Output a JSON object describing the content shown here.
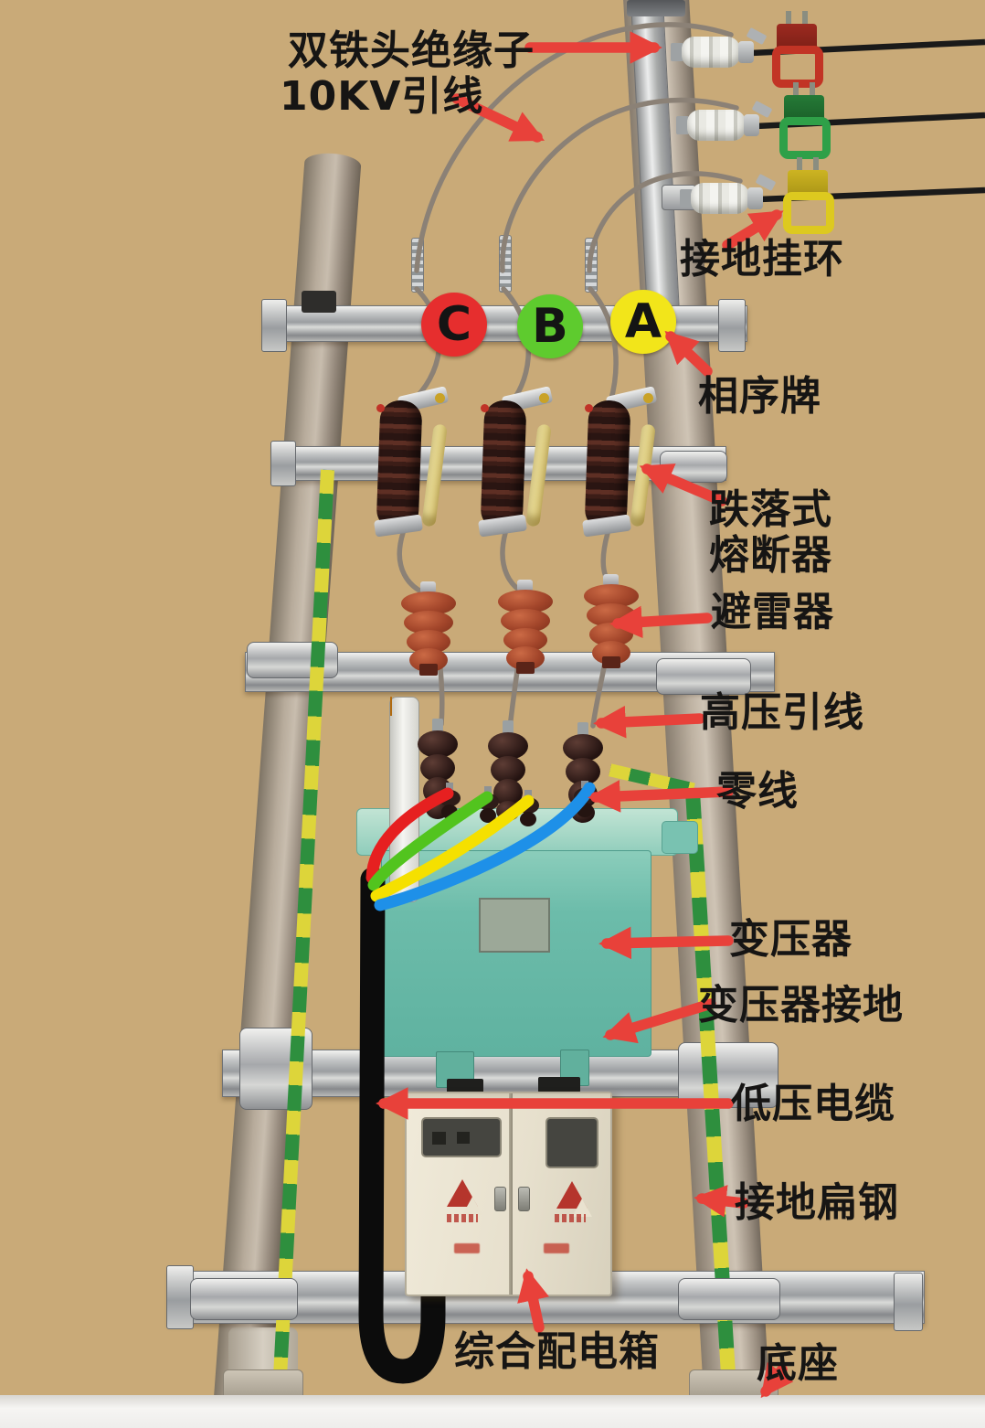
{
  "annotations": {
    "double_iron_insulator": "双铁头绝缘子",
    "lead_10kv": "10KV引线",
    "ground_hang_ring": "接地挂环",
    "phase_sequence_plate": "相序牌",
    "dropout_fuse_line1": "跌落式",
    "dropout_fuse_line2": "熔断器",
    "lightning_arrester": "避雷器",
    "hv_lead": "高压引线",
    "neutral_wire": "零线",
    "transformer": "变压器",
    "transformer_ground": "变压器接地",
    "lv_cable": "低压电缆",
    "ground_flat_steel": "接地扁钢",
    "distribution_box": "综合配电箱",
    "base": "底座"
  },
  "phase_plates": [
    {
      "letter": "C",
      "color": "#e62e2e"
    },
    {
      "letter": "B",
      "color": "#5ecb2e"
    },
    {
      "letter": "A",
      "color": "#f2e51a"
    }
  ],
  "colors": {
    "background": "#c9aa78",
    "arrow_red": "#e8413a",
    "transformer_teal": "#6cbcaa",
    "cable_black": "#0c0c0c",
    "ground_strip_yellow": "#ddd53a",
    "ground_strip_green": "#2e8f3e",
    "clamp_ring_red": "#c23425",
    "clamp_ring_green": "#2fa048",
    "clamp_ring_yellow": "#ddc91f",
    "wire_gray": "#8b8176",
    "fuse_brown": "#3c1d17",
    "arrester_red_brown": "#a2452a"
  }
}
